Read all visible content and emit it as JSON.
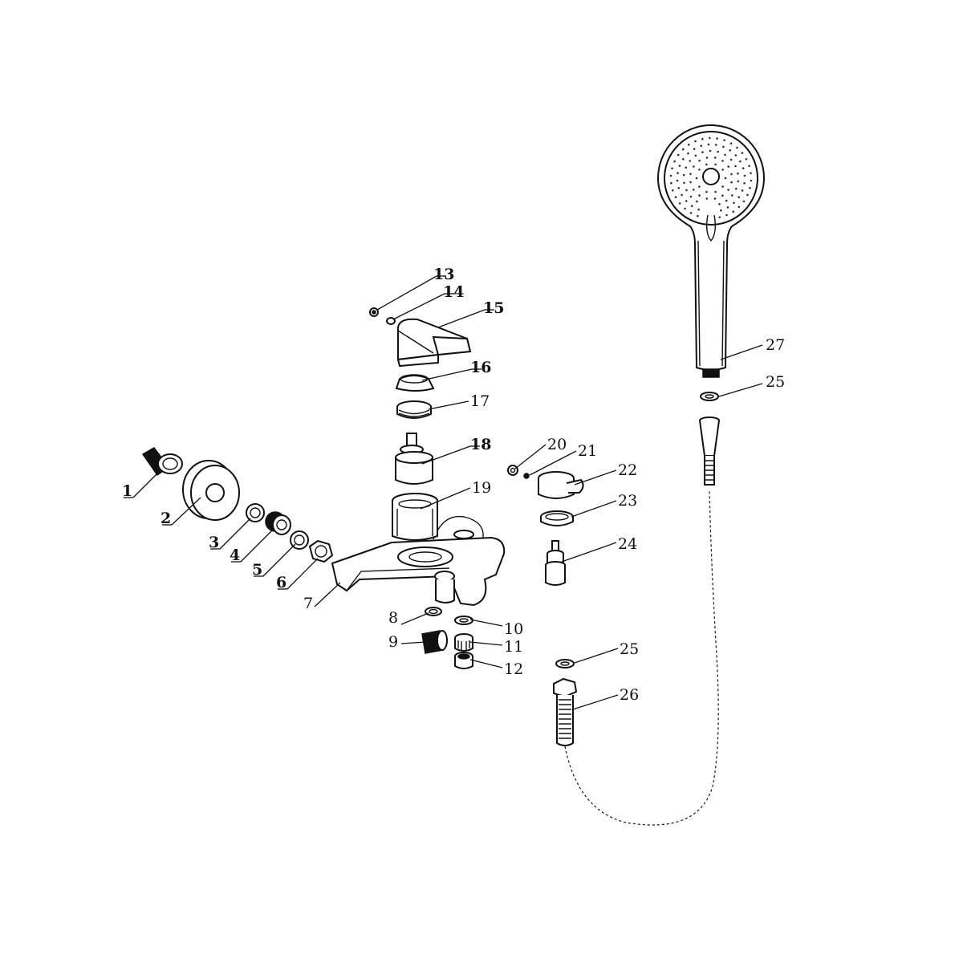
{
  "diagram": {
    "type": "exploded-parts-view",
    "labels": {
      "p1": "1",
      "p2": "2",
      "p3": "3",
      "p4": "4",
      "p5": "5",
      "p6": "6",
      "p7": "7",
      "p8": "8",
      "p9": "9",
      "p10": "10",
      "p11": "11",
      "p12": "12",
      "p13": "13",
      "p14": "14",
      "p15": "15",
      "p16": "16",
      "p17": "17",
      "p18": "18",
      "p19": "19",
      "p20": "20",
      "p21": "21",
      "p22": "22",
      "p23": "23",
      "p24": "24",
      "p25a": "25",
      "p25b": "25",
      "p26": "26",
      "p27": "27"
    },
    "colors": {
      "ink": "#111111",
      "background": "#ffffff"
    }
  }
}
